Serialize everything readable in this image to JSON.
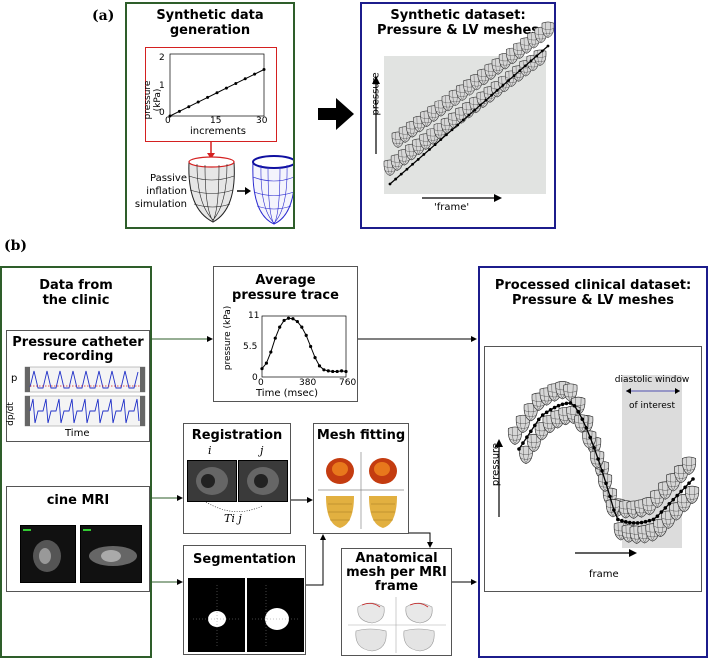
{
  "panel_a": {
    "label": "(a)",
    "left_box": {
      "title_line1": "Synthetic data",
      "title_line2": "generation",
      "mini_chart": {
        "y_label": "pressure (kPa)",
        "x_label": "increments",
        "x_ticks": [
          "0",
          "15",
          "30"
        ],
        "y_ticks": [
          "0",
          "1",
          "2"
        ]
      },
      "sim_label_line1": "Passive",
      "sim_label_line2": "inflation",
      "sim_label_line3": "simulation"
    },
    "right_box": {
      "title_line1": "Synthetic dataset:",
      "title_line2": "Pressure & LV meshes",
      "y_label": "pressure",
      "x_label": "'frame'"
    }
  },
  "panel_b": {
    "label": "(b)",
    "clinic_box": {
      "title_line1": "Data from",
      "title_line2": "the clinic",
      "catheter_title_line1": "Pressure catheter",
      "catheter_title_line2": "recording",
      "p_label": "p",
      "dpdt_label": "dp/dt",
      "time_label": "Time",
      "cine_title": "cine MRI"
    },
    "avg_box": {
      "title_line1": "Average",
      "title_line2": "pressure trace",
      "y_label": "pressure (kPa)",
      "x_label": "Time (msec)",
      "y_ticks": [
        "0",
        "5.5",
        "11"
      ],
      "x_ticks": [
        "0",
        "380",
        "760"
      ]
    },
    "registration_box": {
      "title": "Registration",
      "i_label": "i",
      "j_label": "j",
      "transform_label": "Ti j"
    },
    "mesh_fitting_box": {
      "title": "Mesh fitting"
    },
    "segmentation_box": {
      "title": "Segmentation"
    },
    "anatomical_box": {
      "title_line1": "Anatomical",
      "title_line2": "mesh per MRI",
      "title_line3": "frame"
    },
    "processed_box": {
      "title_line1": "Processed clinical dataset:",
      "title_line2": "Pressure & LV meshes",
      "window_label_line1": "diastolic window",
      "window_label_line2": "of interest",
      "y_label": "pressure",
      "x_label": "frame"
    }
  },
  "chart_data": [
    {
      "type": "line",
      "x": [
        0,
        3,
        6,
        9,
        12,
        15,
        18,
        21,
        24,
        27,
        30
      ],
      "values": [
        0,
        0.15,
        0.3,
        0.45,
        0.6,
        0.75,
        0.9,
        1.05,
        1.2,
        1.35,
        1.5
      ],
      "xlabel": "increments",
      "ylabel": "pressure (kPa)",
      "xlim": [
        0,
        30
      ],
      "ylim": [
        0,
        2
      ]
    },
    {
      "type": "line",
      "x": [
        0,
        40,
        80,
        120,
        160,
        200,
        240,
        280,
        320,
        360,
        400,
        440,
        480,
        520,
        560,
        600,
        640,
        680,
        720,
        760
      ],
      "values": [
        1.5,
        2.5,
        4.5,
        7.0,
        9.0,
        10.2,
        10.6,
        10.5,
        10.0,
        9.0,
        7.5,
        5.5,
        3.5,
        2.0,
        1.3,
        1.1,
        1.0,
        1.0,
        1.1,
        1.0
      ],
      "xlabel": "Time (msec)",
      "ylabel": "pressure (kPa)",
      "xlim": [
        0,
        760
      ],
      "ylim": [
        0,
        11
      ]
    }
  ]
}
